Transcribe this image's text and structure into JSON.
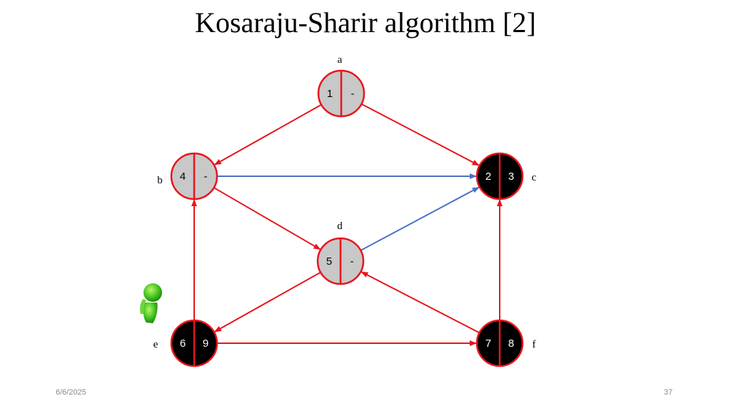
{
  "slide": {
    "title": "Kosaraju-Sharir algorithm [2]",
    "date": "6/6/2025",
    "page_number": "37"
  },
  "colors": {
    "edge_tree": "#e8151b",
    "edge_cross": "#4a72c4",
    "vertex_gray": "#c8c8c8",
    "vertex_black": "#000000",
    "vertex_border": "#e8151b"
  },
  "graph": {
    "vertices": [
      {
        "id": "a",
        "label": "a",
        "pre": "1",
        "post": "-",
        "state": "gray"
      },
      {
        "id": "b",
        "label": "b",
        "pre": "4",
        "post": "-",
        "state": "gray"
      },
      {
        "id": "c",
        "label": "c",
        "pre": "2",
        "post": "3",
        "state": "black"
      },
      {
        "id": "d",
        "label": "d",
        "pre": "5",
        "post": "-",
        "state": "gray"
      },
      {
        "id": "e",
        "label": "e",
        "pre": "6",
        "post": "9",
        "state": "black"
      },
      {
        "id": "f",
        "label": "f",
        "pre": "7",
        "post": "8",
        "state": "black"
      }
    ],
    "edges": [
      {
        "from": "a",
        "to": "b",
        "kind": "tree"
      },
      {
        "from": "a",
        "to": "c",
        "kind": "tree"
      },
      {
        "from": "b",
        "to": "c",
        "kind": "cross"
      },
      {
        "from": "b",
        "to": "d",
        "kind": "tree"
      },
      {
        "from": "d",
        "to": "c",
        "kind": "cross"
      },
      {
        "from": "d",
        "to": "e",
        "kind": "tree"
      },
      {
        "from": "e",
        "to": "b",
        "kind": "tree"
      },
      {
        "from": "e",
        "to": "f",
        "kind": "tree"
      },
      {
        "from": "f",
        "to": "d",
        "kind": "tree"
      },
      {
        "from": "f",
        "to": "c",
        "kind": "tree"
      }
    ]
  },
  "icons": {
    "cursor": "green-person-icon"
  }
}
